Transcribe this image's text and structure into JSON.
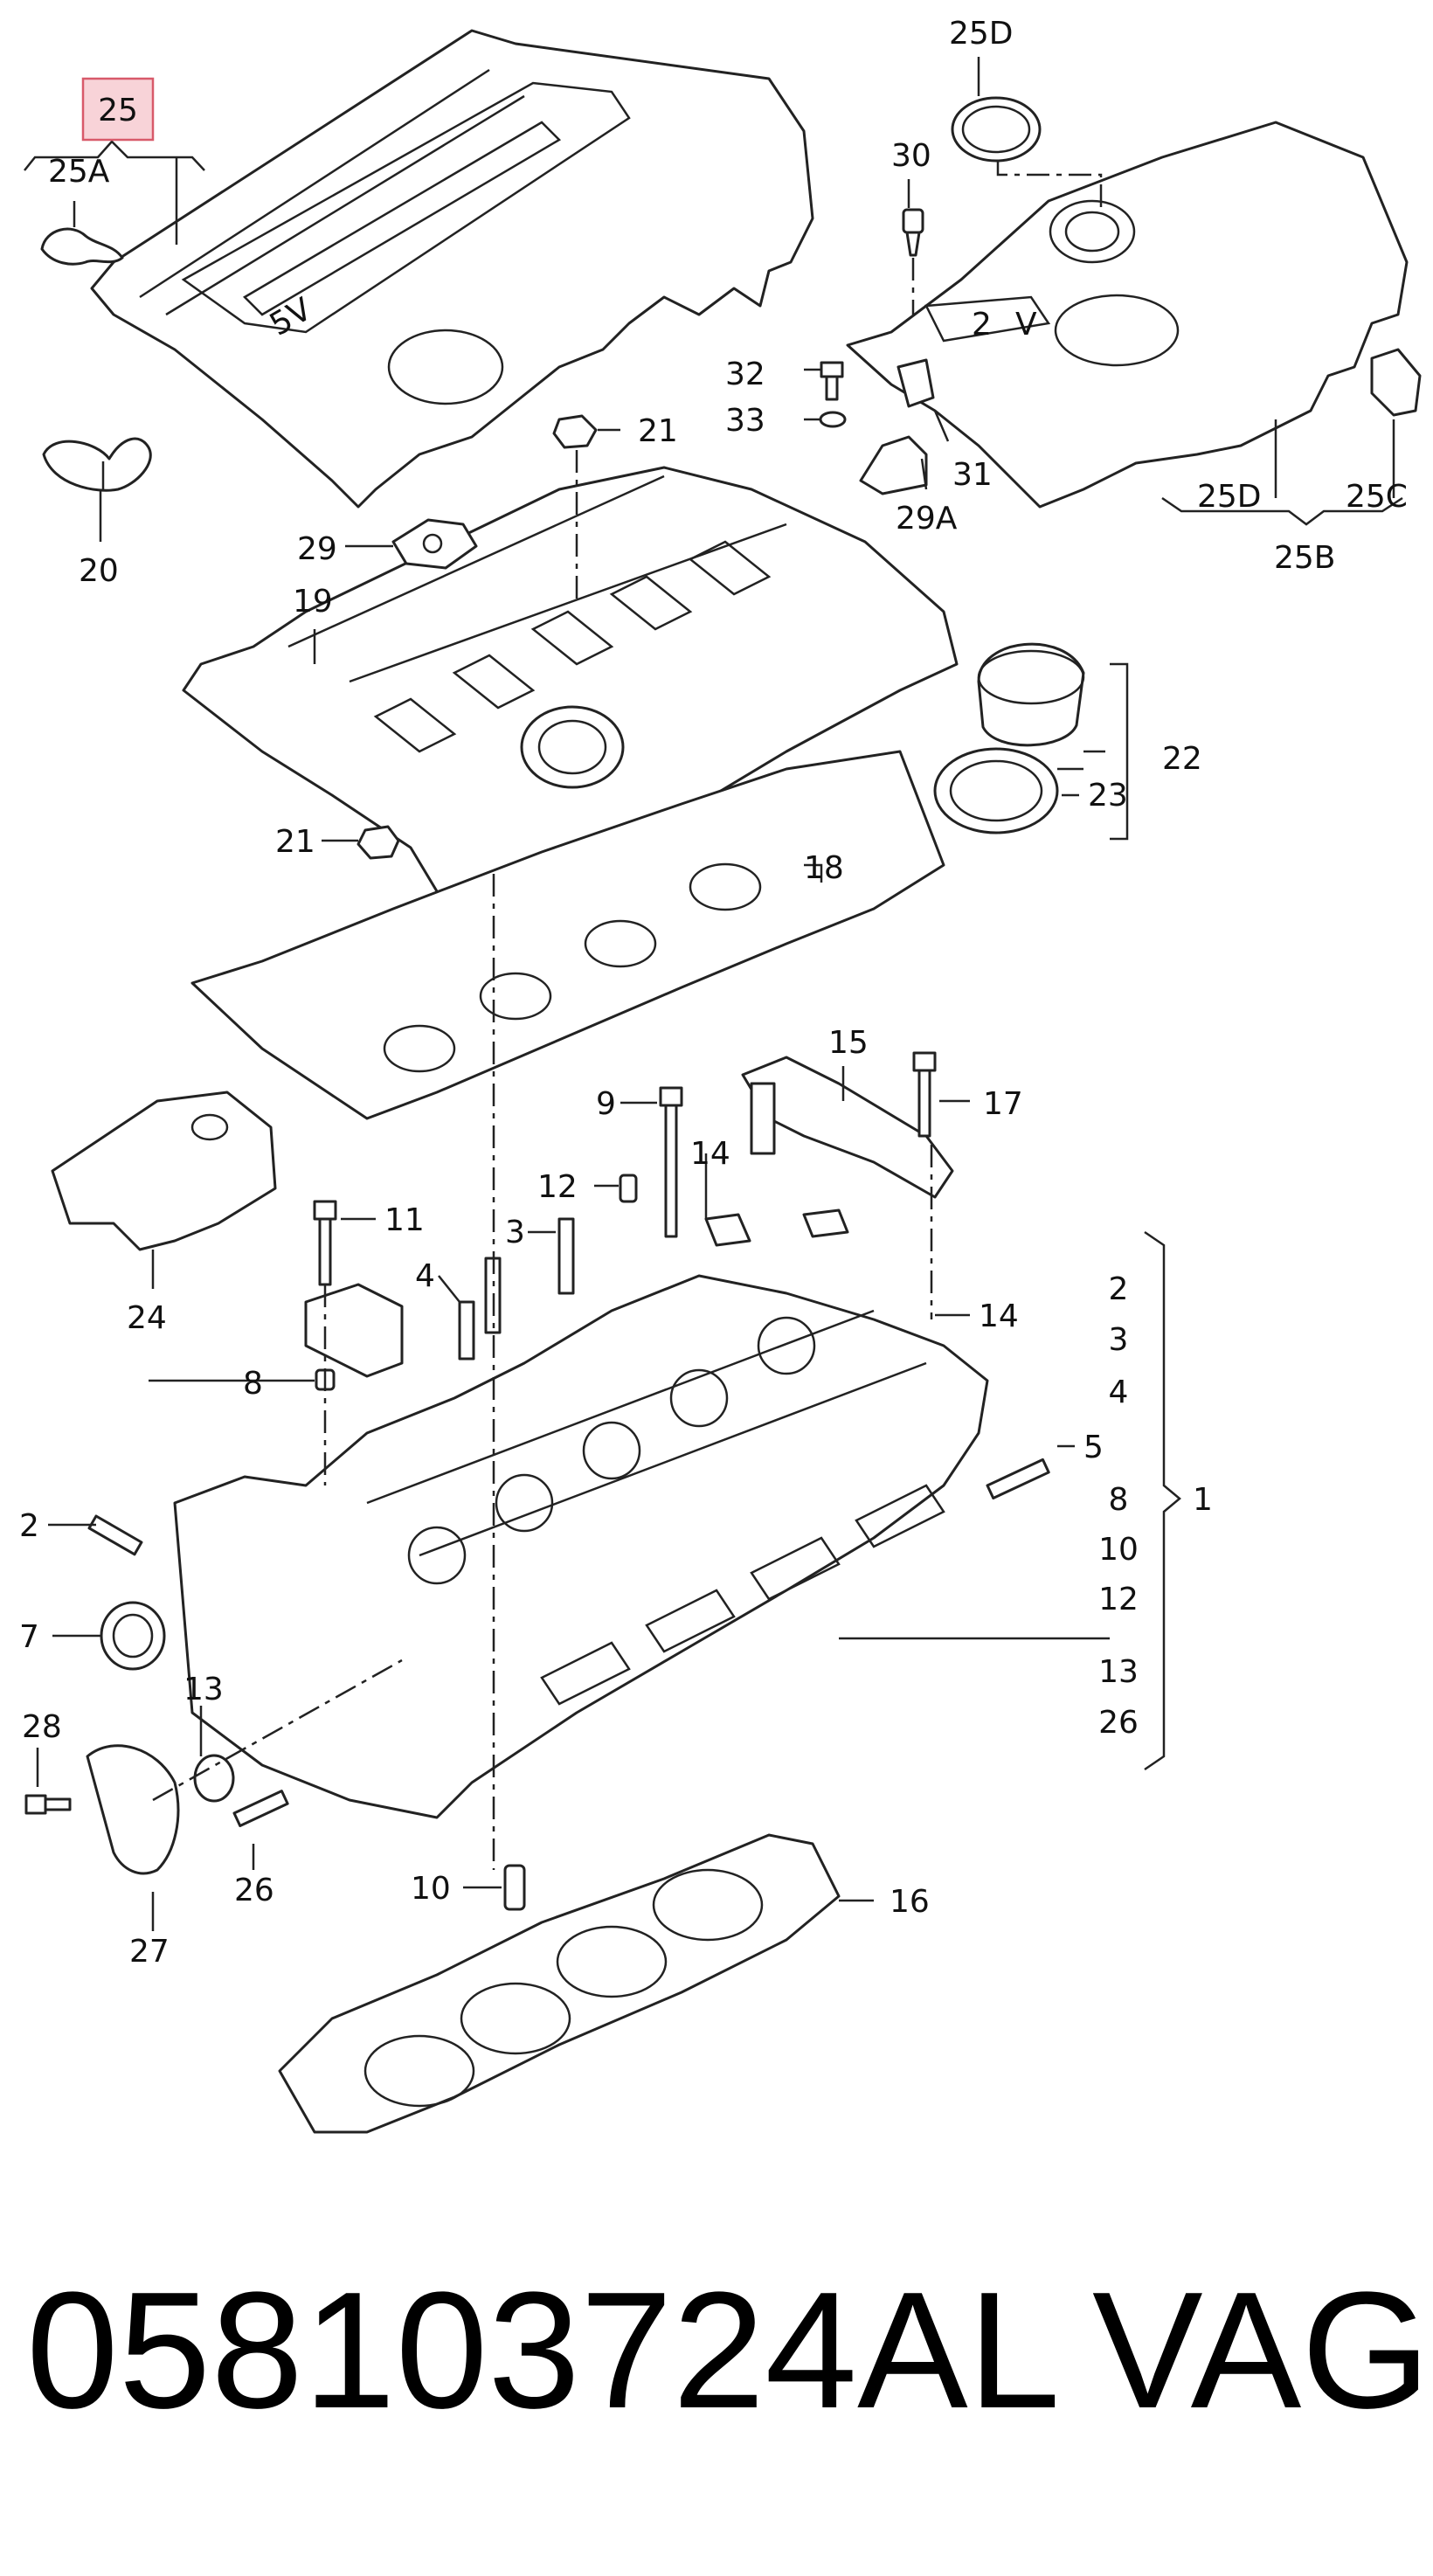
{
  "callouts": {
    "c25": "25",
    "c25A": "25A",
    "c25D_top": "25D",
    "c30": "30",
    "c21a": "21",
    "c32": "32",
    "c33": "33",
    "c31": "31",
    "c29A": "29A",
    "c25D_bottom": "25D",
    "c25C": "25C",
    "c25B": "25B",
    "c20": "20",
    "c29": "29",
    "c19": "19",
    "c22": "22",
    "c23": "23",
    "c21b": "21",
    "c18": "18",
    "c15": "15",
    "c9": "9",
    "c17": "17",
    "c24": "24",
    "c12": "12",
    "c14a": "14",
    "c11": "11",
    "c3": "3",
    "c4": "4",
    "c14b": "14",
    "c8": "8",
    "c5": "5",
    "c2": "2",
    "c7": "7",
    "c13": "13",
    "c28": "28",
    "c26": "26",
    "c27": "27",
    "c10": "10",
    "c16": "16",
    "c1": "1",
    "group1": [
      "2",
      "3",
      "4",
      "5",
      "8",
      "10",
      "12",
      "13",
      "26"
    ]
  },
  "cover_text": {
    "label_5v": "5V",
    "label_20": "2",
    "label_v": "V"
  },
  "footer": {
    "part_number": "058103724AL",
    "brand": "VAG"
  },
  "colors": {
    "highlight_fill": "#f8d3d8",
    "highlight_border": "#d85a6a",
    "ink": "#222222"
  }
}
